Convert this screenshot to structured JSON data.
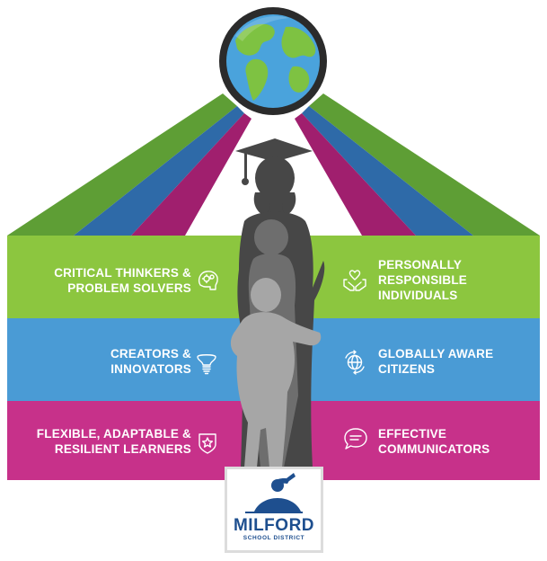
{
  "colors": {
    "green": "#8cc63f",
    "green_dark": "#5e9e35",
    "blue": "#4a9bd5",
    "blue_dark": "#2e6aa8",
    "magenta": "#c7318a",
    "magenta_dark": "#a01f6e",
    "silhouette_dark": "#474747",
    "silhouette_mid": "#6e6e6e",
    "silhouette_light": "#a6a6a6",
    "logo_blue": "#1e4f8f"
  },
  "bands": [
    {
      "color": "green",
      "left": {
        "lines": [
          "CRITICAL THINKERS &",
          "PROBLEM SOLVERS"
        ],
        "icon": "brain-gears-icon"
      },
      "right": {
        "lines": [
          "PERSONALLY",
          "RESPONSIBLE",
          "INDIVIDUALS"
        ],
        "icon": "heart-in-hands-icon"
      }
    },
    {
      "color": "blue",
      "left": {
        "lines": [
          "CREATORS &",
          "INNOVATORS"
        ],
        "icon": "lightbulb-icon"
      },
      "right": {
        "lines": [
          "GLOBALLY AWARE",
          "CITIZENS"
        ],
        "icon": "globe-arrows-icon"
      }
    },
    {
      "color": "magenta",
      "left": {
        "lines": [
          "FLEXIBLE, ADAPTABLE &",
          "RESILIENT LEARNERS"
        ],
        "icon": "star-badge-icon"
      },
      "right": {
        "lines": [
          "EFFECTIVE",
          "COMMUNICATORS"
        ],
        "icon": "speech-bubble-icon"
      }
    }
  ],
  "logo": {
    "name": "MILFORD",
    "subtitle": "SCHOOL DISTRICT",
    "icon": "reader-with-book-icon"
  },
  "top_icon": "earth-globe-icon",
  "figure": "graduate-and-child-silhouette"
}
